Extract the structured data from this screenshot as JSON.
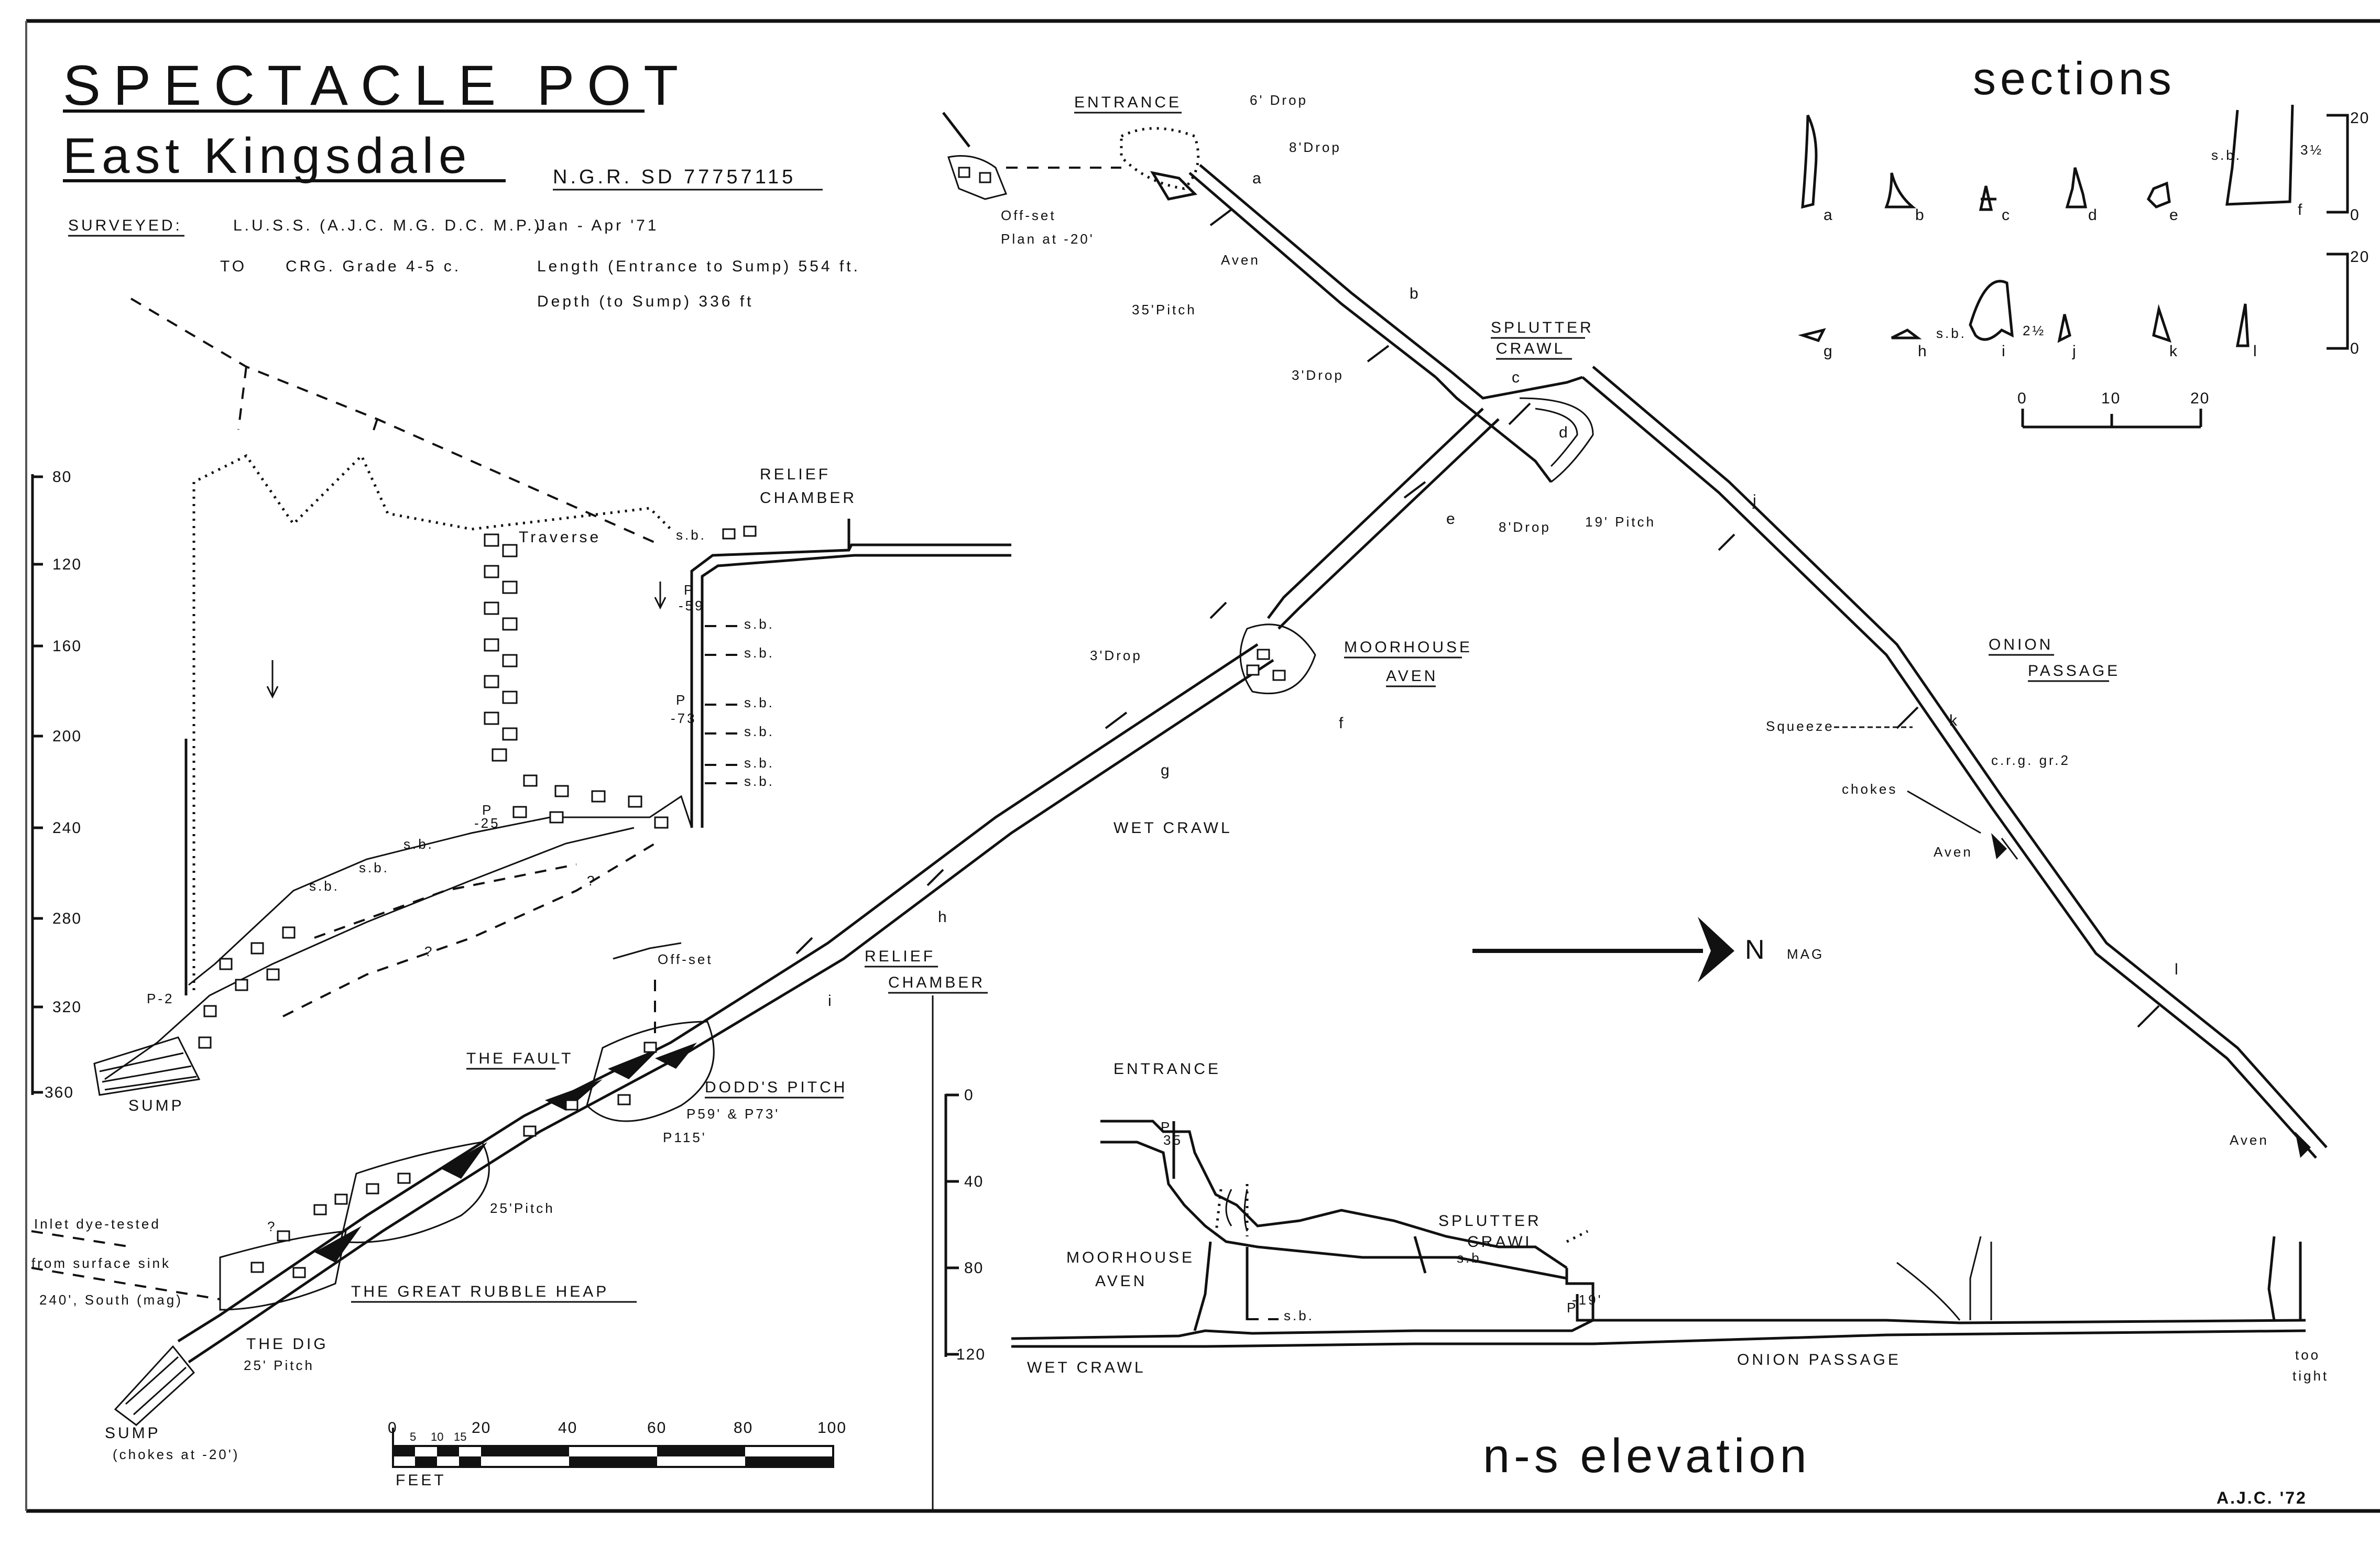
{
  "header": {
    "title": "SPECTACLE POT",
    "subtitle": "East Kingsdale",
    "ngr": "N.G.R. SD 77757115",
    "surveyed_label": "SURVEYED:",
    "surveyed_by": "L.U.S.S. (A.J.C. M.G. D.C. M.P.)",
    "survey_date": "Jan - Apr '71",
    "grade_to": "TO",
    "grade": "CRG. Grade 4-5 c.",
    "length": "Length (Entrance to Sump) 554 ft.",
    "depth": "Depth (to Sump) 336 ft"
  },
  "sections": {
    "title": "sections",
    "letters": [
      "a",
      "b",
      "c",
      "d",
      "e",
      "f",
      "g",
      "h",
      "i",
      "j",
      "k",
      "l"
    ],
    "scale_ticks": [
      "0",
      "10",
      "20"
    ],
    "right_scale_top": [
      "20",
      "0"
    ],
    "right_scale_bottom": [
      "20",
      "0"
    ],
    "sb": "s.b.",
    "dim_f": "3½",
    "dim_i": "2½"
  },
  "left_section": {
    "depth_ticks": [
      "80",
      "120",
      "160",
      "200",
      "240",
      "280",
      "320",
      "360"
    ],
    "labels": {
      "relief_chamber_1": "RELIEF",
      "relief_chamber_2": "CHAMBER",
      "traverse": "Traverse",
      "sb": "s.b.",
      "p59": "P",
      "p59b": "-59",
      "p73": "P",
      "p73b": "-73",
      "p25": "P",
      "p25b": "-25",
      "p2": "P-2",
      "q": "?",
      "sump": "SUMP"
    }
  },
  "plan": {
    "entrance": "ENTRANCE",
    "drop6": "6' Drop",
    "drop8": "8'Drop",
    "offset_plan_1": "Off-set",
    "offset_plan_2": "Plan at -20'",
    "aven_top": "Aven",
    "pitch35": "35'Pitch",
    "drop3a": "3'Drop",
    "splutter_1": "SPLUTTER",
    "splutter_2": "CRAWL",
    "drop8b": "8'Drop",
    "pitch19": "19' Pitch",
    "moorhouse_1": "MOORHOUSE",
    "moorhouse_2": "AVEN",
    "drop3b": "3'Drop",
    "wet_crawl": "WET CRAWL",
    "relief_1": "RELIEF",
    "relief_2": "CHAMBER",
    "offset": "Off-set",
    "fault": "THE FAULT",
    "dodds": "DODD'S PITCH",
    "p59_73": "P59' & P73'",
    "p115": "P115'",
    "pitch25": "25'Pitch",
    "inlet_1": "Inlet dye-tested",
    "inlet_2": "from surface sink",
    "inlet_3": "240', South (mag)",
    "rubble": "THE GREAT RUBBLE HEAP",
    "dig_1": "THE DIG",
    "dig_2": "25' Pitch",
    "sump_1": "SUMP",
    "sump_2": "(chokes at -20')",
    "onion_1": "ONION",
    "onion_2": "PASSAGE",
    "squeeze": "Squeeze",
    "crg": "c.r.g. gr.2",
    "chokes": "chokes",
    "aven_mid": "Aven",
    "aven_low": "Aven",
    "north": "N",
    "mag": "MAG",
    "sec_b": "b",
    "sec_c": "c",
    "sec_d": "d",
    "sec_e": "e",
    "sec_f": "f",
    "sec_g": "g",
    "sec_h": "h",
    "sec_i": "i",
    "sec_j": "j",
    "sec_k": "k",
    "sec_l": "l",
    "sec_a": "a"
  },
  "scale_bar": {
    "ticks": [
      "0",
      "5",
      "10",
      "15",
      "20",
      "40",
      "60",
      "80",
      "100"
    ],
    "unit": "FEET"
  },
  "elevation": {
    "title": "n-s elevation",
    "depth_ticks": [
      "0",
      "40",
      "80",
      "120"
    ],
    "entrance": "ENTRANCE",
    "p35": "P",
    "p35b": "35",
    "moorhouse_1": "MOORHOUSE",
    "moorhouse_2": "AVEN",
    "splutter_1": "SPLUTTER",
    "splutter_2": "CRAWL",
    "sb1": "s.b.",
    "sb2": "s.b.",
    "p19": "P",
    "p19b": "-19'",
    "wet_crawl": "WET CRAWL",
    "onion": "ONION PASSAGE",
    "too_1": "too",
    "too_2": "tight"
  },
  "signature": "A.J.C. '72"
}
